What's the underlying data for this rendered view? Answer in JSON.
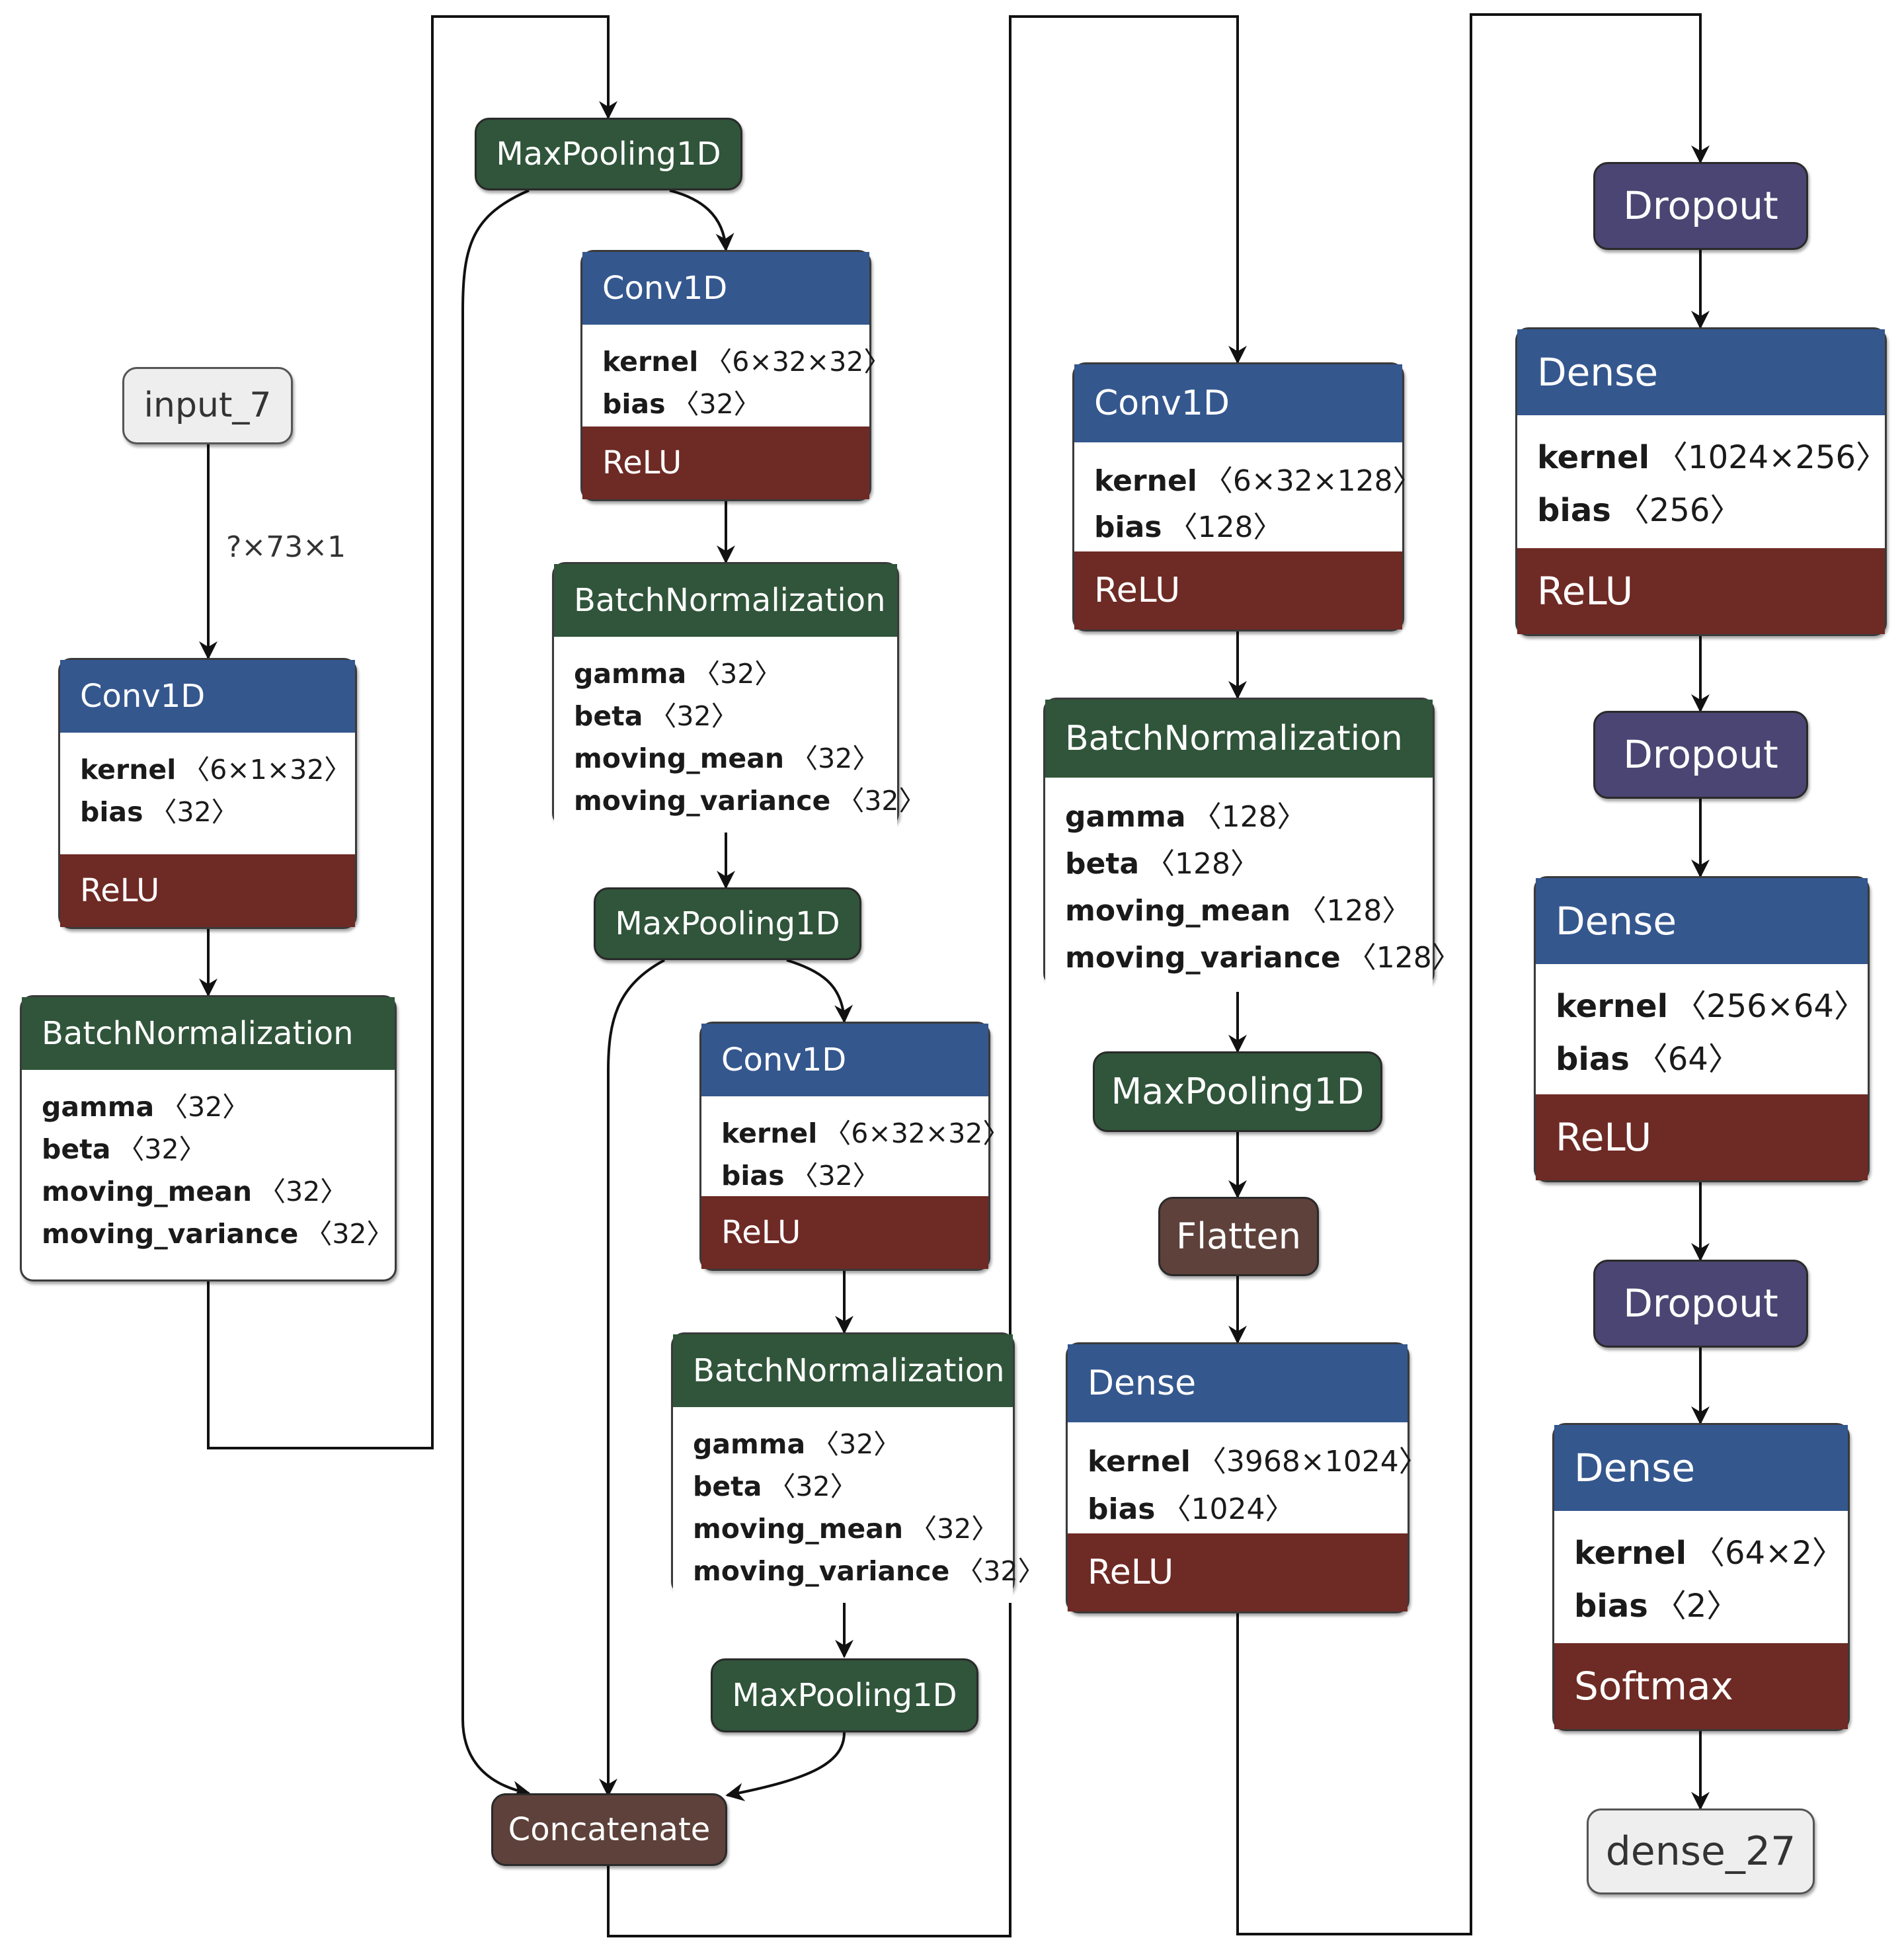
{
  "io": {
    "input": "input_7",
    "output": "dense_27"
  },
  "edge_label": "?×73×1",
  "col1": {
    "conv": {
      "title": "Conv1D",
      "kernel_label": "kernel",
      "kernel_shape": "〈6×1×32〉",
      "bias_label": "bias",
      "bias_shape": "〈32〉",
      "activation": "ReLU"
    },
    "bn": {
      "title": "BatchNormalization",
      "params": [
        {
          "name": "gamma",
          "shape": "〈32〉"
        },
        {
          "name": "beta",
          "shape": "〈32〉"
        },
        {
          "name": "moving_mean",
          "shape": "〈32〉"
        },
        {
          "name": "moving_variance",
          "shape": "〈32〉"
        }
      ]
    }
  },
  "col2": {
    "pool_top": "MaxPooling1D",
    "conv": {
      "title": "Conv1D",
      "kernel_label": "kernel",
      "kernel_shape": "〈6×32×32〉",
      "bias_label": "bias",
      "bias_shape": "〈32〉",
      "activation": "ReLU"
    },
    "bn": {
      "title": "BatchNormalization",
      "params": [
        {
          "name": "gamma",
          "shape": "〈32〉"
        },
        {
          "name": "beta",
          "shape": "〈32〉"
        },
        {
          "name": "moving_mean",
          "shape": "〈32〉"
        },
        {
          "name": "moving_variance",
          "shape": "〈32〉"
        }
      ]
    },
    "pool_mid": "MaxPooling1D",
    "conv2": {
      "title": "Conv1D",
      "kernel_label": "kernel",
      "kernel_shape": "〈6×32×32〉",
      "bias_label": "bias",
      "bias_shape": "〈32〉",
      "activation": "ReLU"
    },
    "bn2": {
      "title": "BatchNormalization",
      "params": [
        {
          "name": "gamma",
          "shape": "〈32〉"
        },
        {
          "name": "beta",
          "shape": "〈32〉"
        },
        {
          "name": "moving_mean",
          "shape": "〈32〉"
        },
        {
          "name": "moving_variance",
          "shape": "〈32〉"
        }
      ]
    },
    "pool_bottom": "MaxPooling1D",
    "concat": "Concatenate"
  },
  "col3": {
    "conv": {
      "title": "Conv1D",
      "kernel_label": "kernel",
      "kernel_shape": "〈6×32×128〉",
      "bias_label": "bias",
      "bias_shape": "〈128〉",
      "activation": "ReLU"
    },
    "bn": {
      "title": "BatchNormalization",
      "params": [
        {
          "name": "gamma",
          "shape": "〈128〉"
        },
        {
          "name": "beta",
          "shape": "〈128〉"
        },
        {
          "name": "moving_mean",
          "shape": "〈128〉"
        },
        {
          "name": "moving_variance",
          "shape": "〈128〉"
        }
      ]
    },
    "pool": "MaxPooling1D",
    "flatten": "Flatten",
    "dense": {
      "title": "Dense",
      "kernel_label": "kernel",
      "kernel_shape": "〈3968×1024〉",
      "bias_label": "bias",
      "bias_shape": "〈1024〉",
      "activation": "ReLU"
    }
  },
  "col4": {
    "dropout1": "Dropout",
    "dense1": {
      "title": "Dense",
      "kernel_label": "kernel",
      "kernel_shape": "〈1024×256〉",
      "bias_label": "bias",
      "bias_shape": "〈256〉",
      "activation": "ReLU"
    },
    "dropout2": "Dropout",
    "dense2": {
      "title": "Dense",
      "kernel_label": "kernel",
      "kernel_shape": "〈256×64〉",
      "bias_label": "bias",
      "bias_shape": "〈64〉",
      "activation": "ReLU"
    },
    "dropout3": "Dropout",
    "dense3": {
      "title": "Dense",
      "kernel_label": "kernel",
      "kernel_shape": "〈64×2〉",
      "bias_label": "bias",
      "bias_shape": "〈2〉",
      "activation": "Softmax"
    }
  },
  "colors": {
    "layer_header": "#34578e",
    "norm_header": "#30553a",
    "activation": "#6e2a24",
    "dropout": "#4a4572",
    "flatten_concat": "#5e413b",
    "io": "#eeeeee"
  }
}
